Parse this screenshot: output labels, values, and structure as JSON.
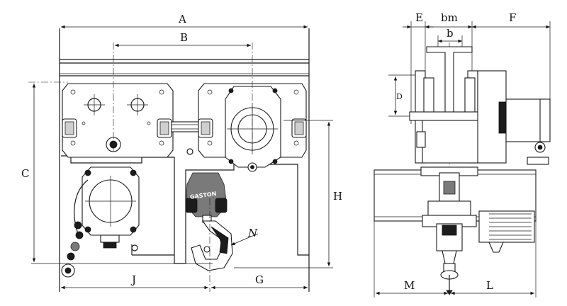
{
  "brand": "GASTON",
  "front_view": {
    "labels": {
      "A": "A",
      "B": "B",
      "C": "C",
      "H": "H",
      "J": "J",
      "G": "G",
      "N": "N"
    }
  },
  "side_view": {
    "labels": {
      "E": "E",
      "bm": "bm",
      "b": "b",
      "F": "F",
      "D": "D",
      "M": "M",
      "L": "L"
    }
  }
}
